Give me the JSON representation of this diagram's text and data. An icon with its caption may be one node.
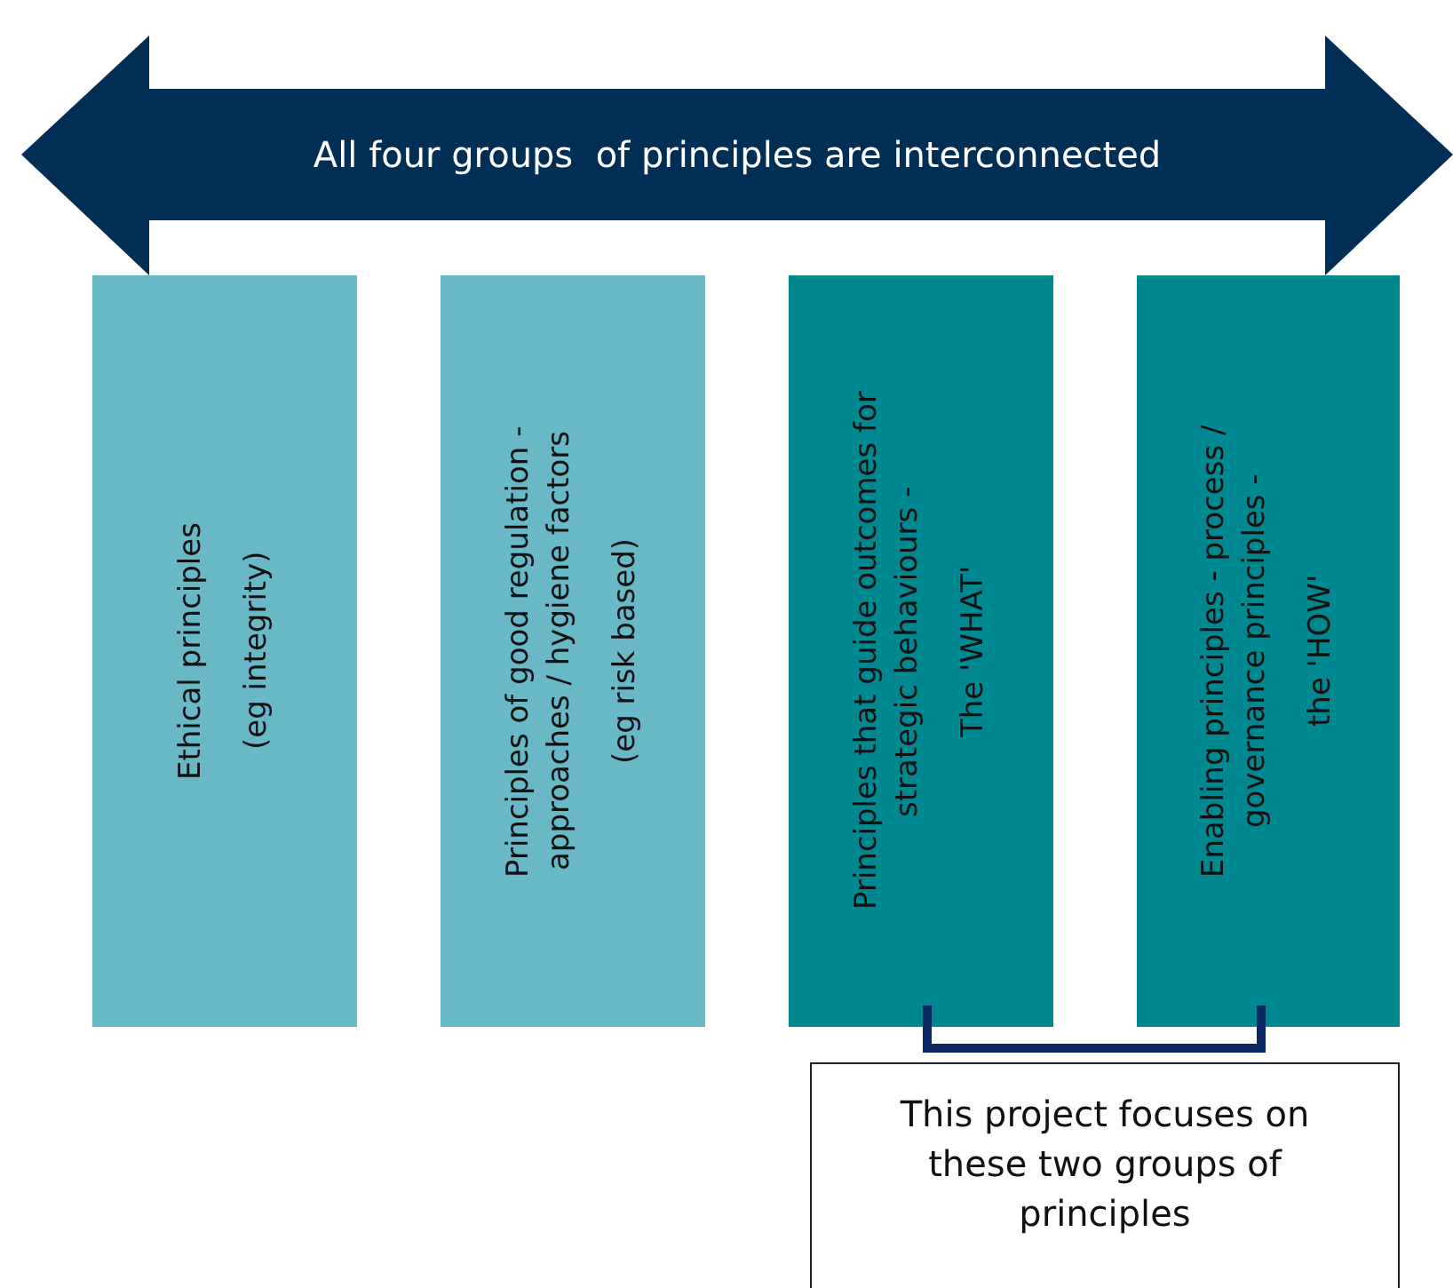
{
  "diagram": {
    "nodes": [
      {
        "text": [
          "All four groups  of principles are interconnected"
        ]
      },
      {
        "text": [
          "Ethical principles",
          "(eg integrity)"
        ]
      },
      {
        "text": [
          "Principles of good regulation - approaches / hygiene factors",
          "(eg risk based)"
        ]
      },
      {
        "text": [
          "Principles that guide outcomes for strategic behaviours -",
          "The 'WHAT'"
        ]
      },
      {
        "text": [
          "Enabling principles - process / governance principles -",
          "the 'HOW'"
        ]
      },
      {
        "text": [
          "This project focuses on these two groups of principles"
        ]
      }
    ],
    "edges": []
  }
}
